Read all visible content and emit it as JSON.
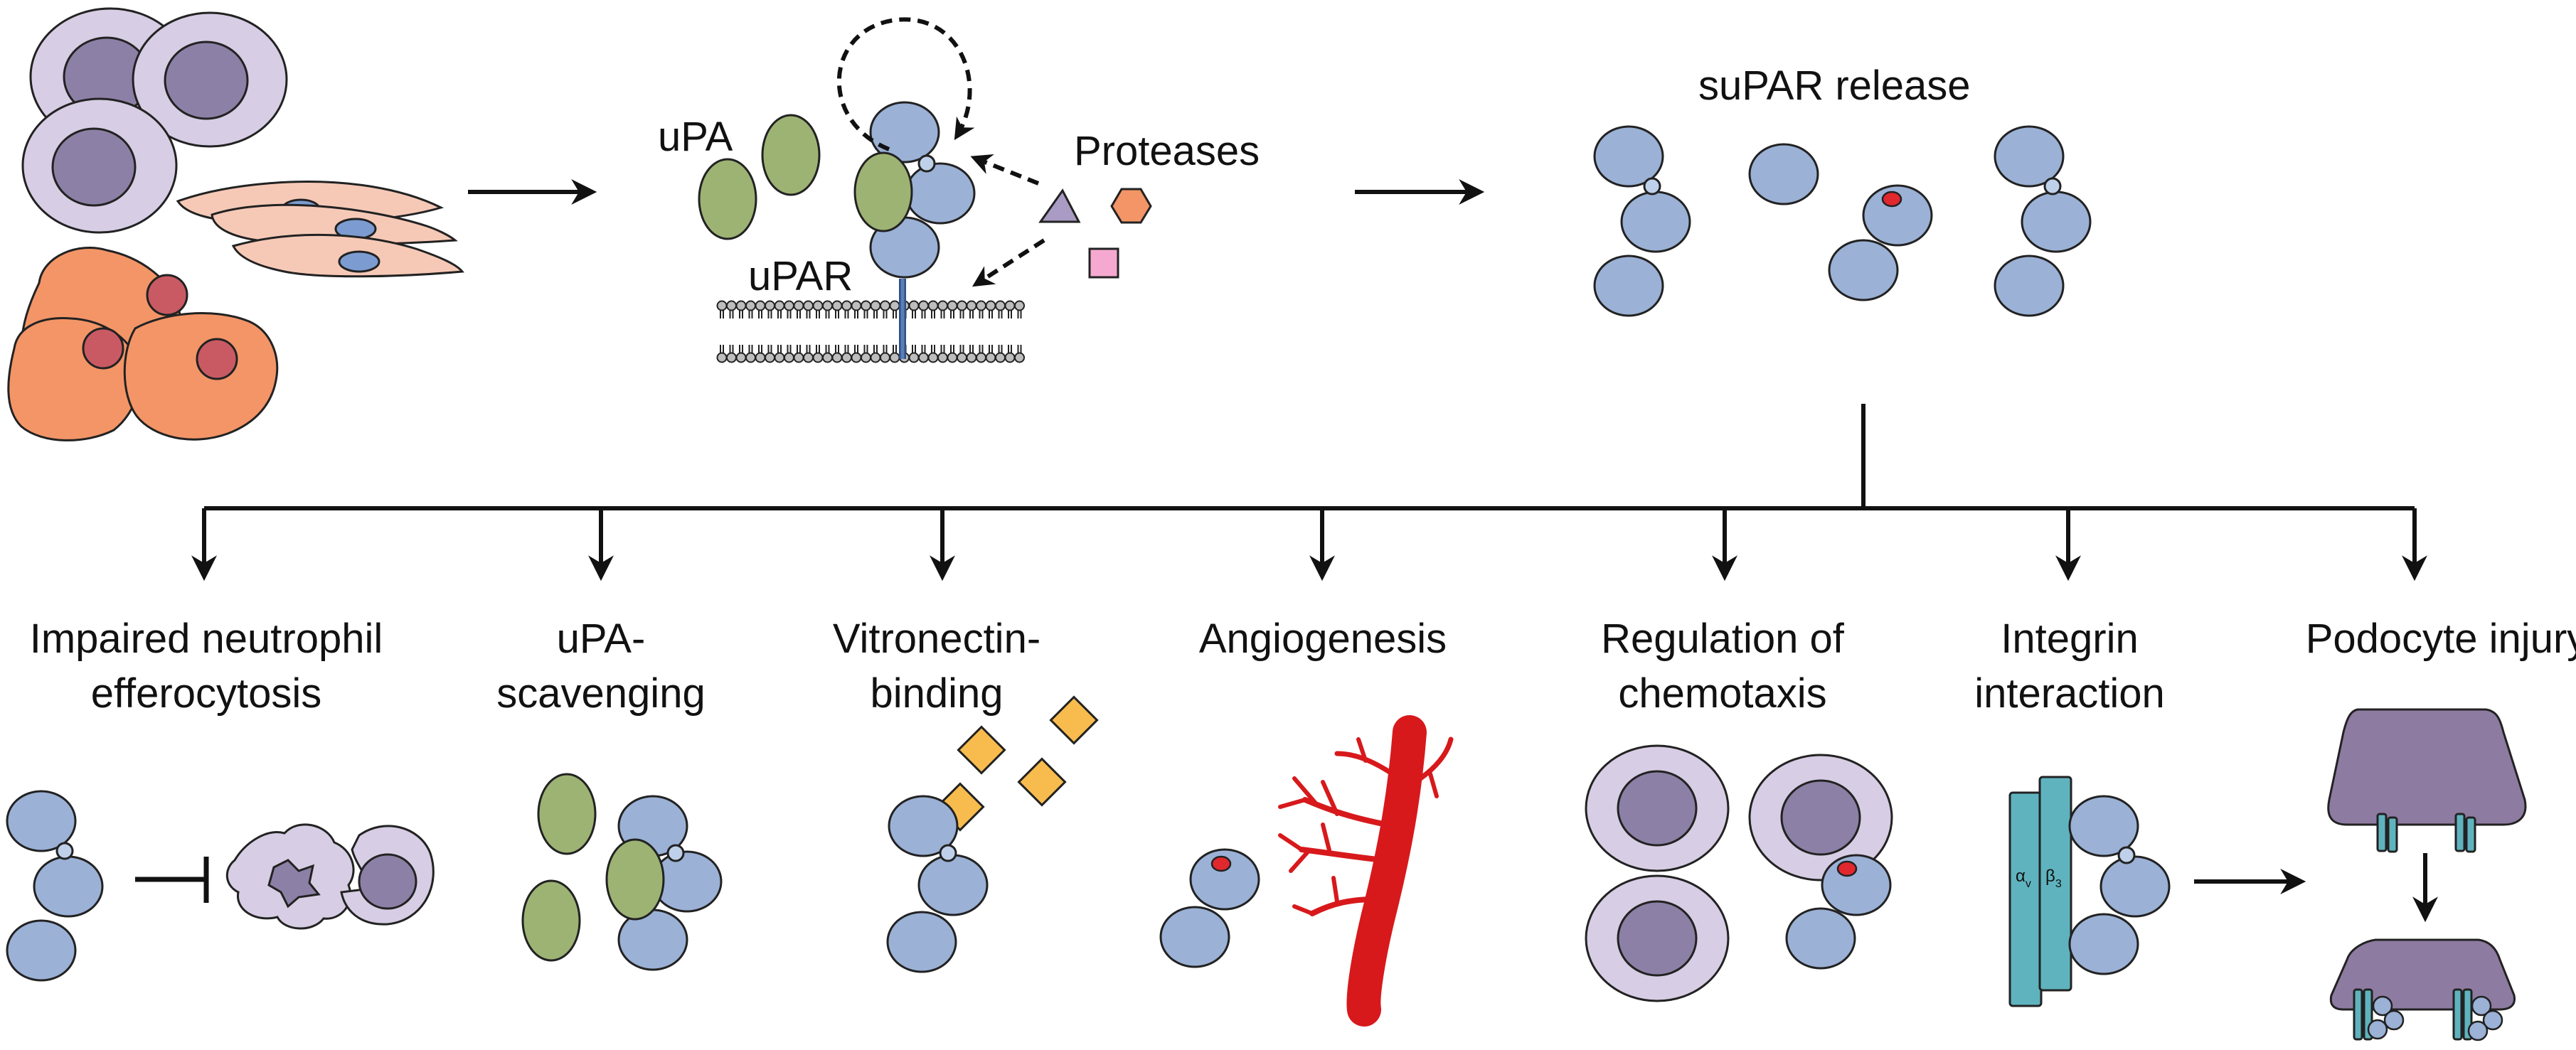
{
  "labels": {
    "upa": "uPA",
    "proteases": "Proteases",
    "upar": "uPAR",
    "supar_release": "suPAR release",
    "alpha_v": "α",
    "alpha_sub": "v",
    "beta_3": "β",
    "beta_sub": "3"
  },
  "outcomes": [
    {
      "line1": "Impaired neutrophil",
      "line2": "efferocytosis"
    },
    {
      "line1": "uPA-",
      "line2": "scavenging"
    },
    {
      "line1": "Vitronectin-",
      "line2": "binding"
    },
    {
      "line1": "Angiogenesis",
      "line2": ""
    },
    {
      "line1": "Regulation of",
      "line2": "chemotaxis"
    },
    {
      "line1": "Integrin",
      "line2": "interaction"
    },
    {
      "line1": "Podocyte injury",
      "line2": ""
    }
  ],
  "colors": {
    "domain_blue": "#9BB1D6",
    "upa_green": "#9DB374",
    "cell_lilac": "#D7CDE4",
    "nucleus_purple": "#8D80A6",
    "fibroblast_pink": "#F6C9B7",
    "macrophage_orange": "#F39567",
    "vessel_red": "#D7191C",
    "vitronectin_yellow": "#F8BC4E",
    "integrin_teal": "#5FB3BE",
    "podocyte_purple": "#8E7BA1"
  },
  "icons": [
    "cell-icon",
    "fibroblast-icon",
    "macrophage-icon",
    "upar-receptor-icon",
    "membrane-icon",
    "protease-icon",
    "blood-vessel-icon",
    "integrin-icon",
    "podocyte-icon",
    "arrow-icon",
    "inhibition-icon"
  ]
}
